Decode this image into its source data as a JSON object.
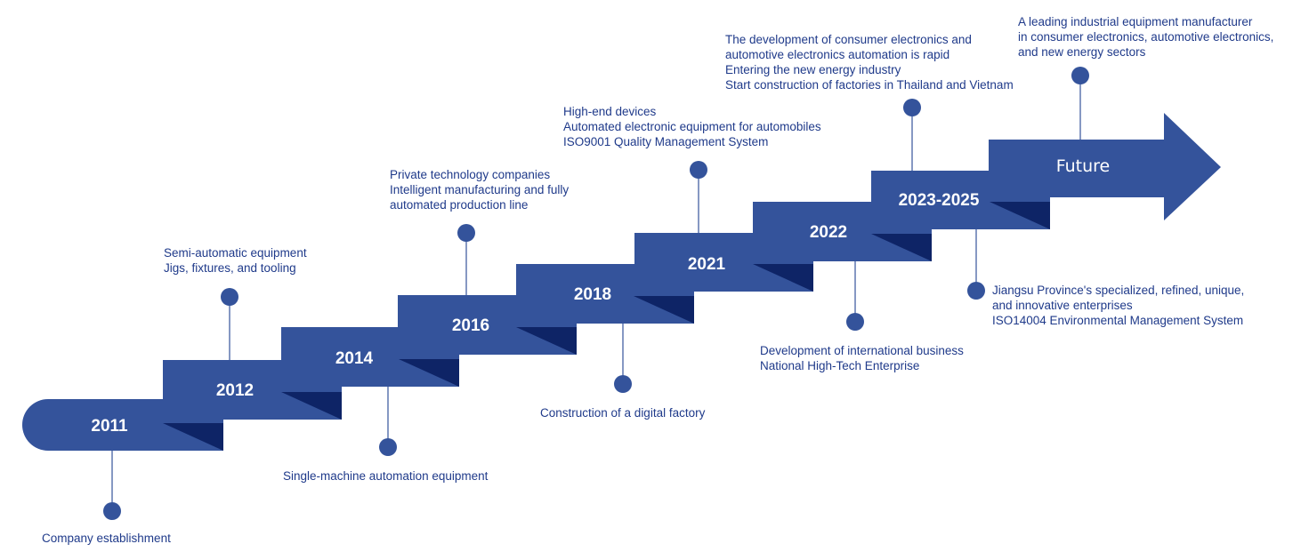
{
  "colors": {
    "step_fill": "#34539b",
    "step_shadow": "#0e2466",
    "connector": "#34539b",
    "marker": "#34539b",
    "text": "#1f3a8a"
  },
  "steps": [
    {
      "year": "2011"
    },
    {
      "year": "2012"
    },
    {
      "year": "2014"
    },
    {
      "year": "2016"
    },
    {
      "year": "2018"
    },
    {
      "year": "2021"
    },
    {
      "year": "2022"
    },
    {
      "year": "2023-2025"
    },
    {
      "year": "Future"
    }
  ],
  "milestones": [
    {
      "year": "2011",
      "lines": [
        "Company establishment"
      ]
    },
    {
      "year": "2012",
      "lines": [
        "Semi-automatic equipment",
        "Jigs, fixtures, and tooling"
      ]
    },
    {
      "year": "2014",
      "lines": [
        "Single-machine automation equipment"
      ]
    },
    {
      "year": "2016",
      "lines": [
        "Private technology companies",
        "Intelligent manufacturing and fully",
        "automated production line"
      ]
    },
    {
      "year": "2018",
      "lines": [
        "Construction of a digital factory"
      ]
    },
    {
      "year": "2021",
      "lines": [
        "High-end devices",
        "Automated electronic equipment for automobiles",
        "ISO9001 Quality Management System"
      ]
    },
    {
      "year": "2022",
      "lines": [
        "Development of international business",
        "National High-Tech Enterprise"
      ]
    },
    {
      "year": "2023-2025 (upper)",
      "lines": [
        "The development of consumer electronics and",
        "automotive electronics automation is rapid",
        "Entering the new energy industry",
        "Start construction of factories in Thailand and Vietnam"
      ]
    },
    {
      "year": "2023-2025 (lower)",
      "lines": [
        "Jiangsu Province's specialized, refined, unique,",
        "and innovative enterprises",
        "ISO14004 Environmental Management System"
      ]
    },
    {
      "year": "Future",
      "lines": [
        "A leading industrial equipment manufacturer",
        "in consumer electronics, automotive electronics,",
        "and new energy sectors"
      ]
    }
  ]
}
